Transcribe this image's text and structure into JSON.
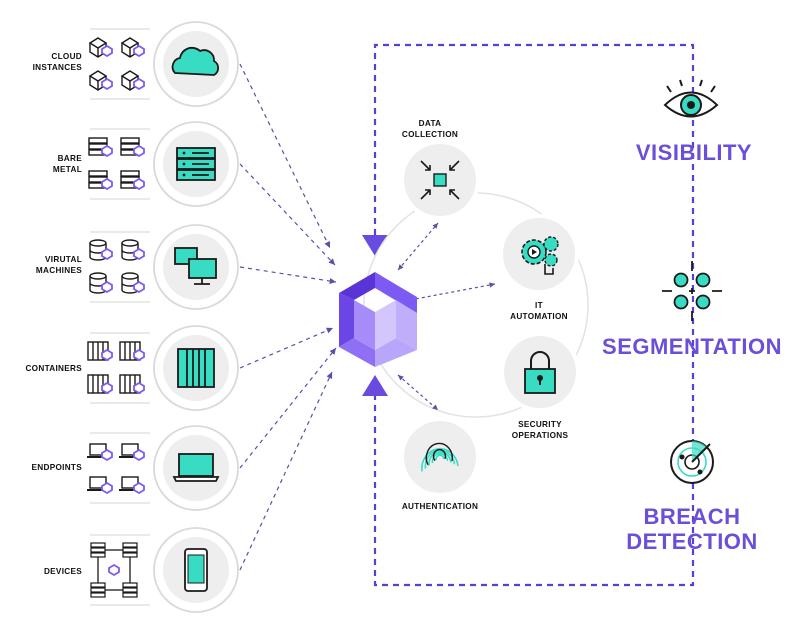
{
  "colors": {
    "accent_purple": "#6c4fd8",
    "teal": "#37dcc3",
    "icon_dark": "#1a1a1a",
    "circle_fill": "#eeeeee",
    "circle_ring": "#d9d9d9",
    "arrow_dash": "#5a4fa8",
    "loop_dash": "#5b3fd0"
  },
  "sources": [
    {
      "label": "CLOUD\nINSTANCES",
      "icon": "cloud-icon",
      "small_icon": "cube-icon"
    },
    {
      "label": "BARE\nMETAL",
      "icon": "server-stack-icon",
      "small_icon": "server-icon"
    },
    {
      "label": "VIRUTAL\nMACHINES",
      "icon": "monitors-icon",
      "small_icon": "database-icon"
    },
    {
      "label": "CONTAINERS",
      "icon": "container-icon",
      "small_icon": "container-icon"
    },
    {
      "label": "ENDPOINTS",
      "icon": "laptop-icon",
      "small_icon": "laptop-icon"
    },
    {
      "label": "DEVICES",
      "icon": "phone-icon",
      "small_icon": "server-icon"
    }
  ],
  "functions": [
    {
      "label": "DATA\nCOLLECTION",
      "icon": "compress-arrows-icon"
    },
    {
      "label": "IT\nAUTOMATION",
      "icon": "gears-icon"
    },
    {
      "label": "SECURITY\nOPERATIONS",
      "icon": "padlock-icon"
    },
    {
      "label": "AUTHENTICATION",
      "icon": "fingerprint-icon"
    }
  ],
  "outcomes": [
    {
      "label": "VISIBILITY",
      "icon": "eye-icon"
    },
    {
      "label": "SEGMENTATION",
      "icon": "segmentation-icon"
    },
    {
      "label": "BREACH\nDETECTION",
      "icon": "radar-icon"
    }
  ],
  "center_logo": "guardicore-logo"
}
